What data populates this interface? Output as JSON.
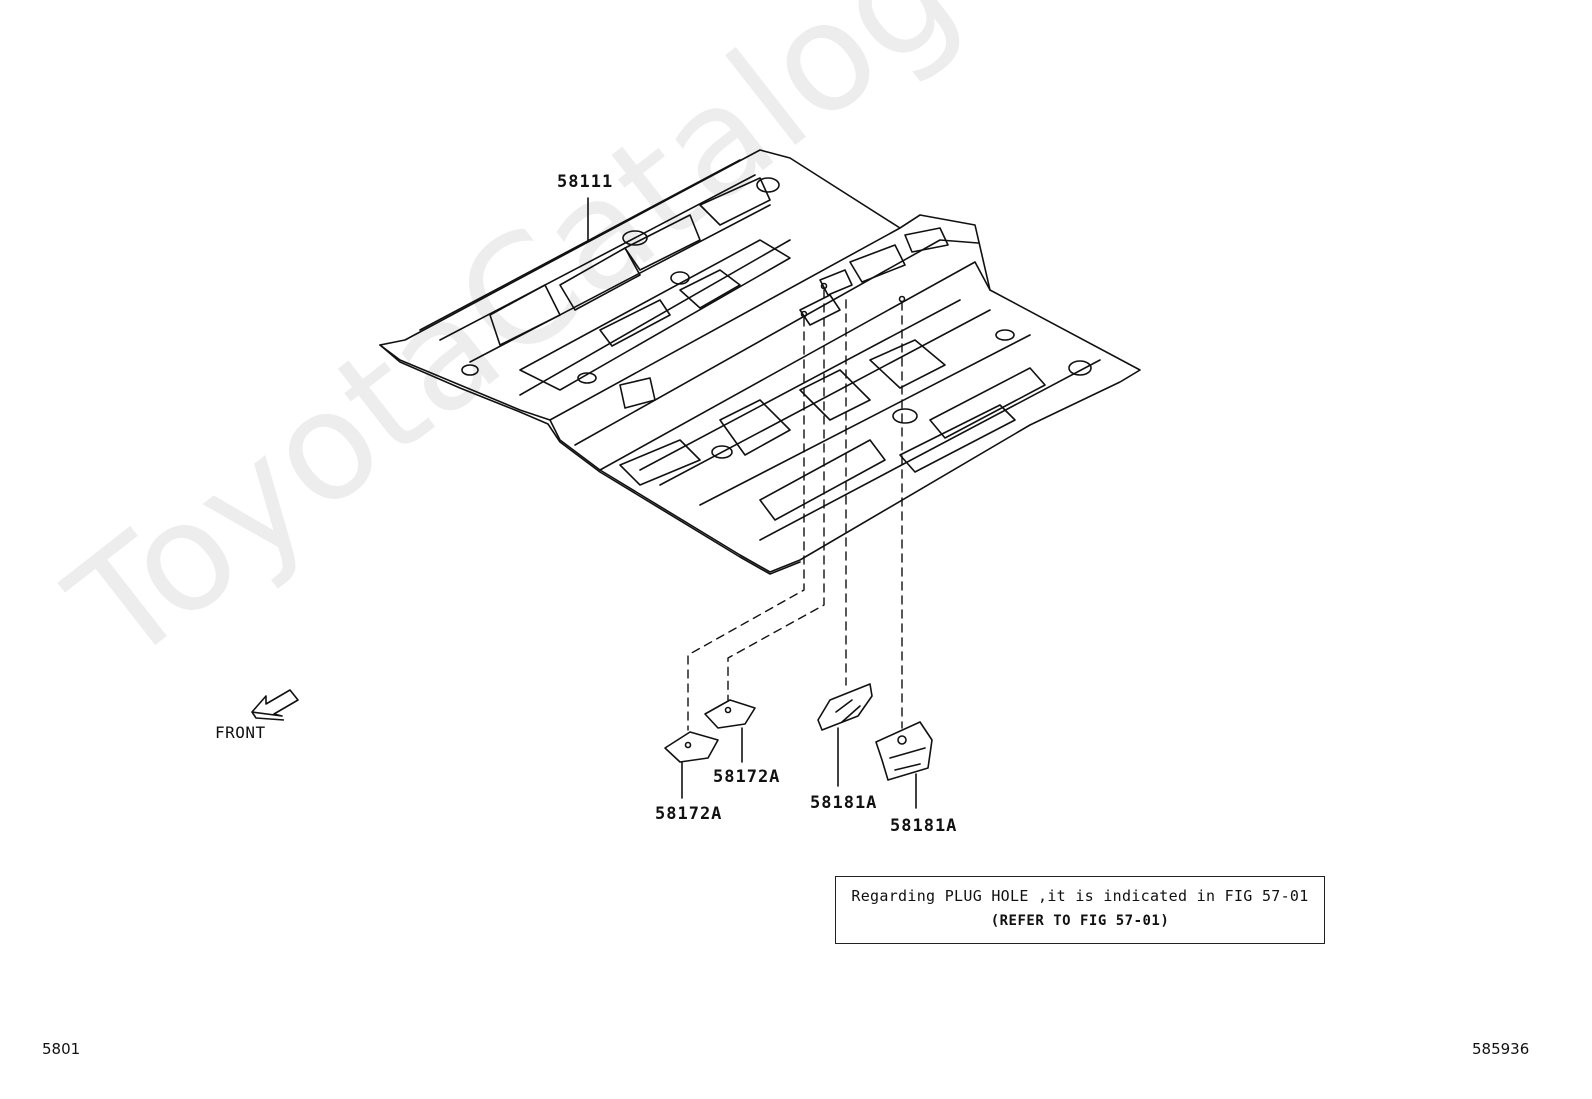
{
  "parts": {
    "floor_pan": "58111",
    "plug_left": "58172A",
    "plug_right": "58172A",
    "bracket_left": "58181A",
    "bracket_right": "58181A"
  },
  "front_label": "FRONT",
  "note": {
    "line1": "Regarding PLUG HOLE ,it is indicated in FIG 57-01",
    "line2": "(REFER TO FIG 57-01)"
  },
  "watermark": "ToyotaCatalogue.ru",
  "footer": {
    "left_code": "5801",
    "right_code": "585936"
  }
}
